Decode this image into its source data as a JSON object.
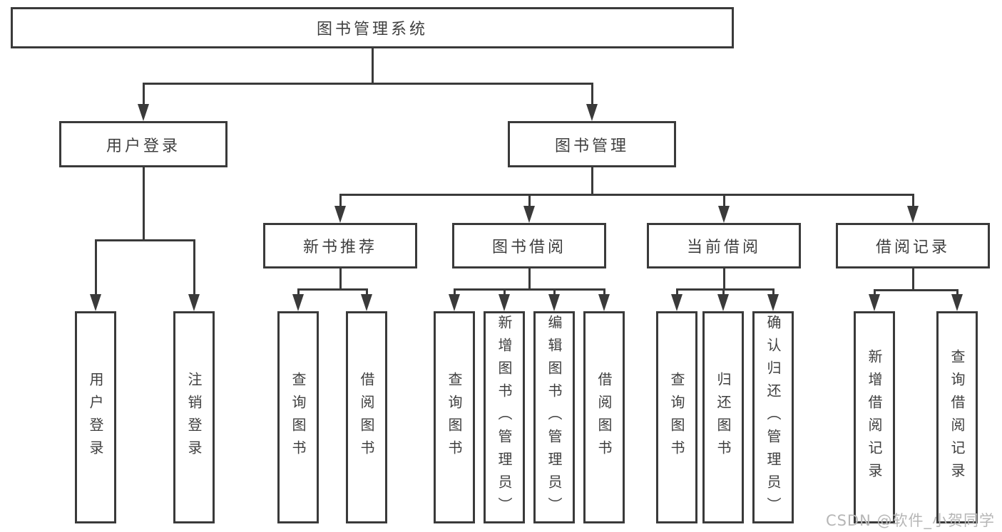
{
  "diagram": {
    "title": "图书管理系统",
    "user_login": {
      "label": "用户登录",
      "children": [
        {
          "label": "用户登录"
        },
        {
          "label": "注销登录"
        }
      ]
    },
    "book_mgmt": {
      "label": "图书管理"
    },
    "modules": [
      {
        "label": "新书推荐",
        "children": [
          {
            "label": "查询图书"
          },
          {
            "label": "借阅图书"
          }
        ]
      },
      {
        "label": "图书借阅",
        "children": [
          {
            "label": "查询图书"
          },
          {
            "label": "新增图书（管理员）"
          },
          {
            "label": "编辑图书（管理员）"
          },
          {
            "label": "借阅图书"
          }
        ]
      },
      {
        "label": "当前借阅",
        "children": [
          {
            "label": "查询图书"
          },
          {
            "label": "归还图书"
          },
          {
            "label": "确认归还（管理员）"
          }
        ]
      },
      {
        "label": "借阅记录",
        "children": [
          {
            "label": "新增借阅记录"
          },
          {
            "label": "查询借阅记录"
          }
        ]
      }
    ]
  },
  "watermark": {
    "text": "CSDN @软件_小贺同学"
  },
  "colors": {
    "line": "#3a3a3a",
    "text": "#3f3f3f",
    "background": "#ffffff",
    "watermark": "#b6b6b6"
  }
}
